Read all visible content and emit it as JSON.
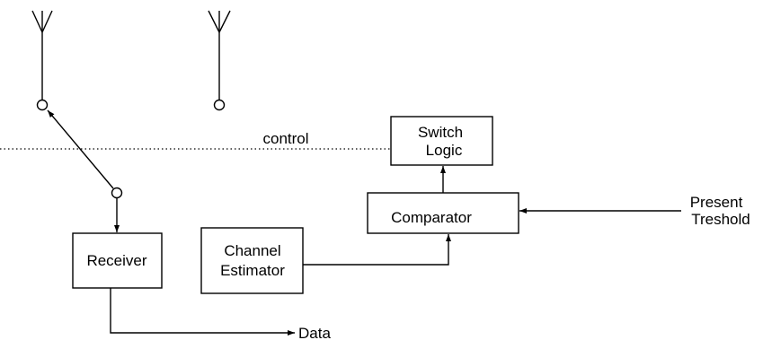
{
  "diagram": {
    "control_label": "control",
    "switch_logic": {
      "line1": "Switch",
      "line2": "Logic"
    },
    "comparator": "Comparator",
    "receiver": "Receiver",
    "channel_estimator": {
      "line1": "Channel",
      "line2": "Estimator"
    },
    "threshold_input": {
      "line1": "Present",
      "line2": "Treshold"
    },
    "data_output": "Data"
  },
  "colors": {
    "line": "#000000",
    "background": "#ffffff"
  }
}
